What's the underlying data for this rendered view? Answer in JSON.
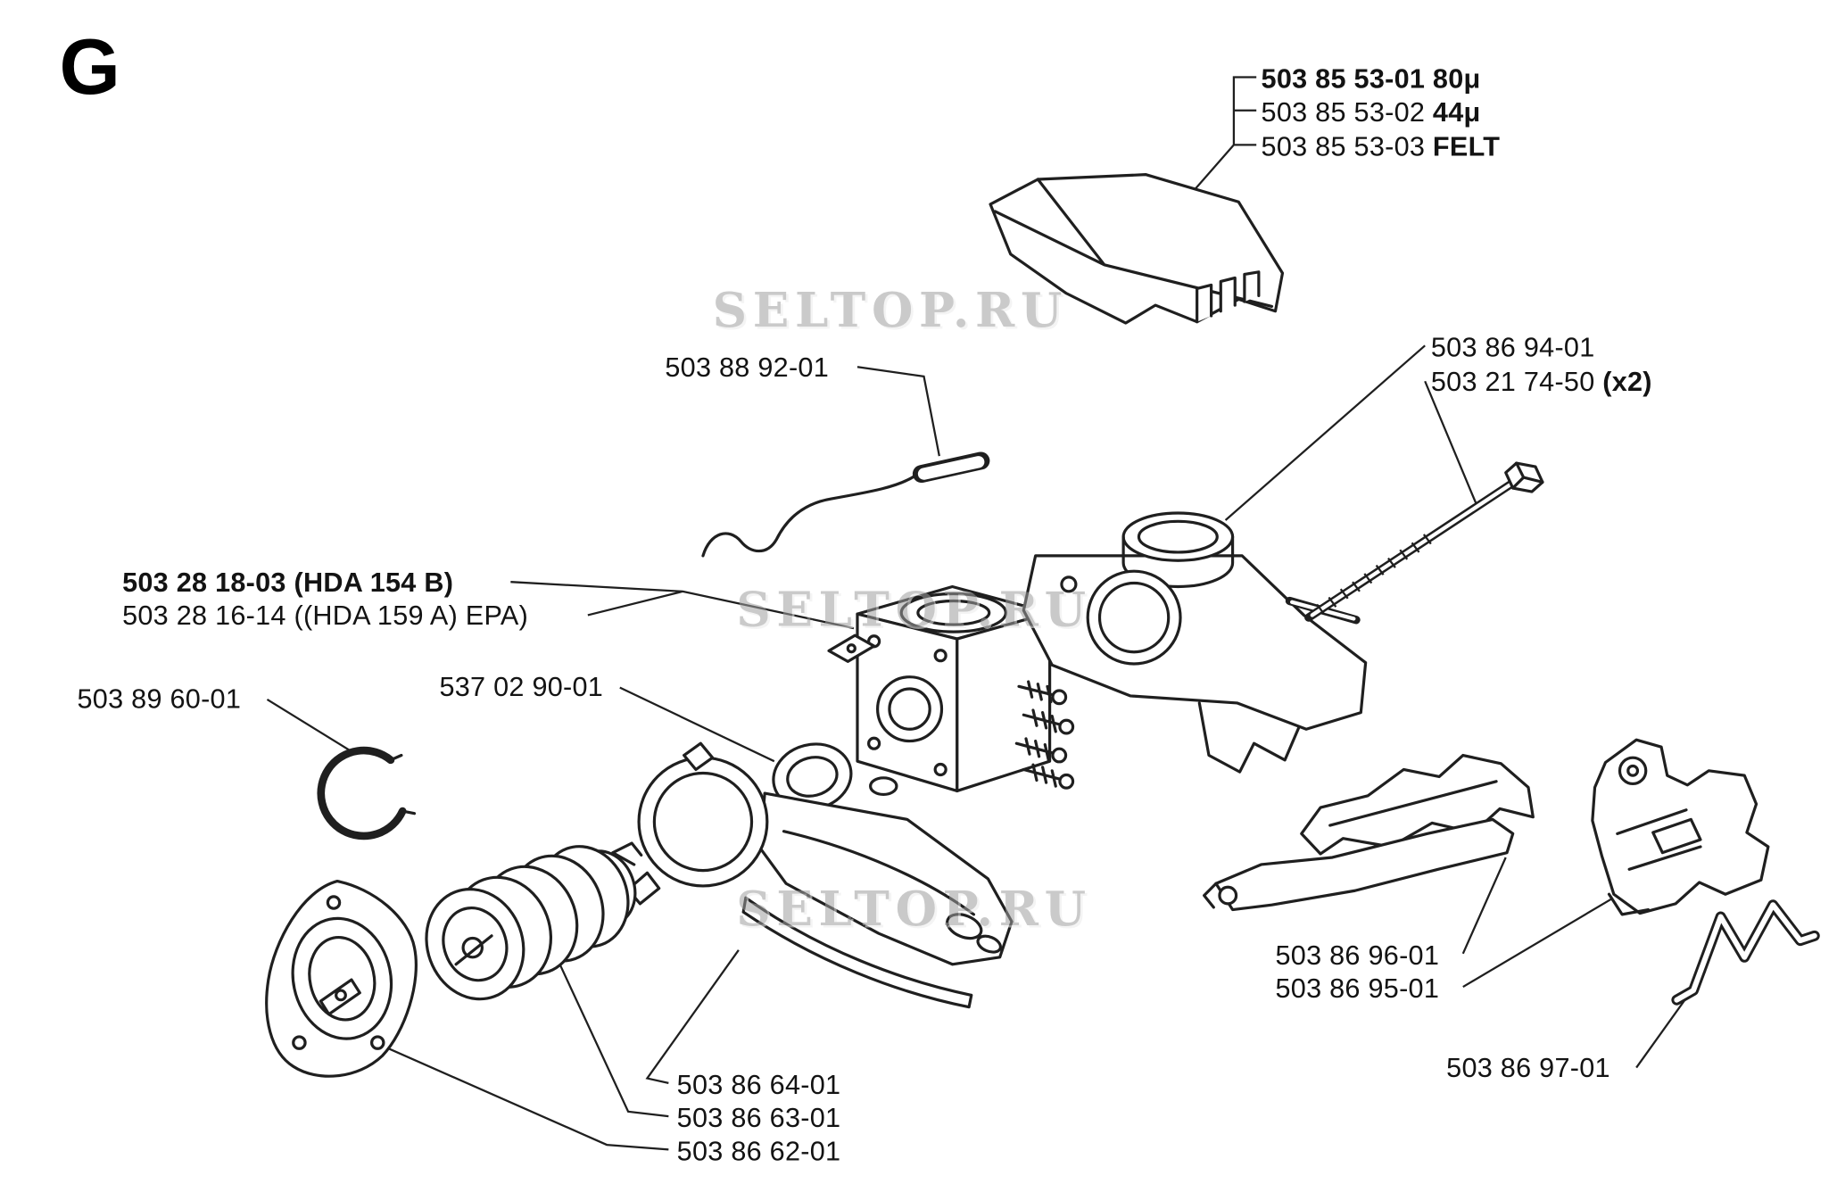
{
  "page": {
    "section_letter": "G"
  },
  "watermark": {
    "text": "SELTOP.RU"
  },
  "colors": {
    "line": "#1f1f1f",
    "text": "#131313",
    "watermark": "#9e9e9e",
    "background": "#ffffff"
  },
  "labels": [
    {
      "pre": "",
      "bold": "503 85 53-01 80μ"
    },
    {
      "pre": "503 85 53-02 ",
      "bold": "44μ"
    },
    {
      "pre": "503 85 53-03 ",
      "bold": "FELT"
    },
    {
      "pre": "503 88 92-01",
      "bold": ""
    },
    {
      "pre": "503 86 94-01",
      "bold": ""
    },
    {
      "pre": "503 21 74-50 ",
      "bold": "(x2)"
    },
    {
      "pre": "",
      "bold": "503 28 18-03 (HDA 154 B)"
    },
    {
      "pre": "503 28 16-14 ((HDA 159 A) EPA)",
      "bold": ""
    },
    {
      "pre": "503 89 60-01",
      "bold": ""
    },
    {
      "pre": "537 02 90-01",
      "bold": ""
    },
    {
      "pre": "503 86 96-01",
      "bold": ""
    },
    {
      "pre": "503 86 95-01",
      "bold": ""
    },
    {
      "pre": "503 86 64-01",
      "bold": ""
    },
    {
      "pre": "503 86 63-01",
      "bold": ""
    },
    {
      "pre": "503 86 62-01",
      "bold": ""
    },
    {
      "pre": "503 86 97-01",
      "bold": ""
    }
  ]
}
